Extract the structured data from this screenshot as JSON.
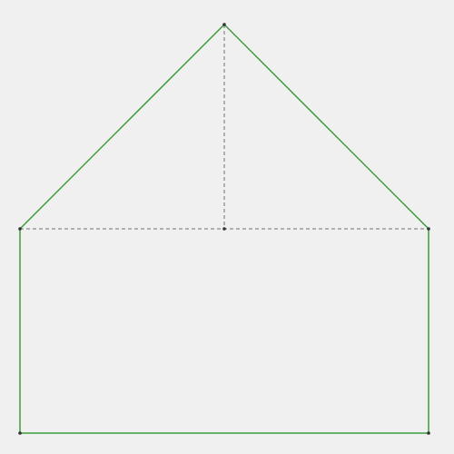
{
  "diagram": {
    "shape": "house-outline",
    "colors": {
      "background": "#f0f0f0",
      "outline": "#3c9a3c",
      "guide": "#707070",
      "vertex": "#333333"
    },
    "points": {
      "apex": "apex",
      "eave_left": "eave-left",
      "eave_right": "eave-right",
      "eave_mid": "eave-mid",
      "base_left": "base-left",
      "base_right": "base-right"
    },
    "outline_edges": [
      [
        "apex",
        "eave_right"
      ],
      [
        "eave_right",
        "base_right"
      ],
      [
        "base_right",
        "base_left"
      ],
      [
        "base_left",
        "eave_left"
      ],
      [
        "eave_left",
        "apex"
      ]
    ],
    "guide_edges": [
      [
        "eave_left",
        "eave_right"
      ],
      [
        "apex",
        "eave_mid"
      ]
    ]
  }
}
